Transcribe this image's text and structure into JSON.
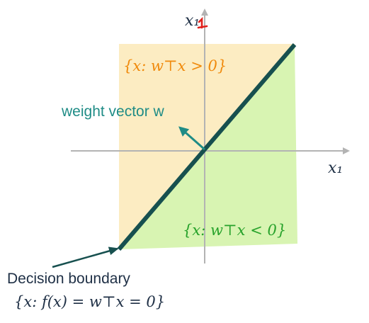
{
  "colors": {
    "positive_region": "#fcecc2",
    "negative_region": "#d8f4b2",
    "boundary": "#17504f",
    "axis": "#b3b3b3",
    "positive_label": "#f08a0c",
    "negative_label": "#27a22b",
    "weight_vector": "#1f8c86",
    "ink": "#1e2f45",
    "y_label_mark": "#e0201b"
  },
  "axes": {
    "x_label": "x₁",
    "y_label": "x₁",
    "y_label_note": "red mark over subscript"
  },
  "regions": {
    "positive_label": "{x: w⊤x > 0}",
    "negative_label": "{x: w⊤x < 0}"
  },
  "weight_vector": {
    "label": "weight vector w",
    "icon": "arrow-icon"
  },
  "decision_boundary": {
    "title": "Decision boundary",
    "formula": "{x: f(x) = w⊤x = 0}"
  }
}
